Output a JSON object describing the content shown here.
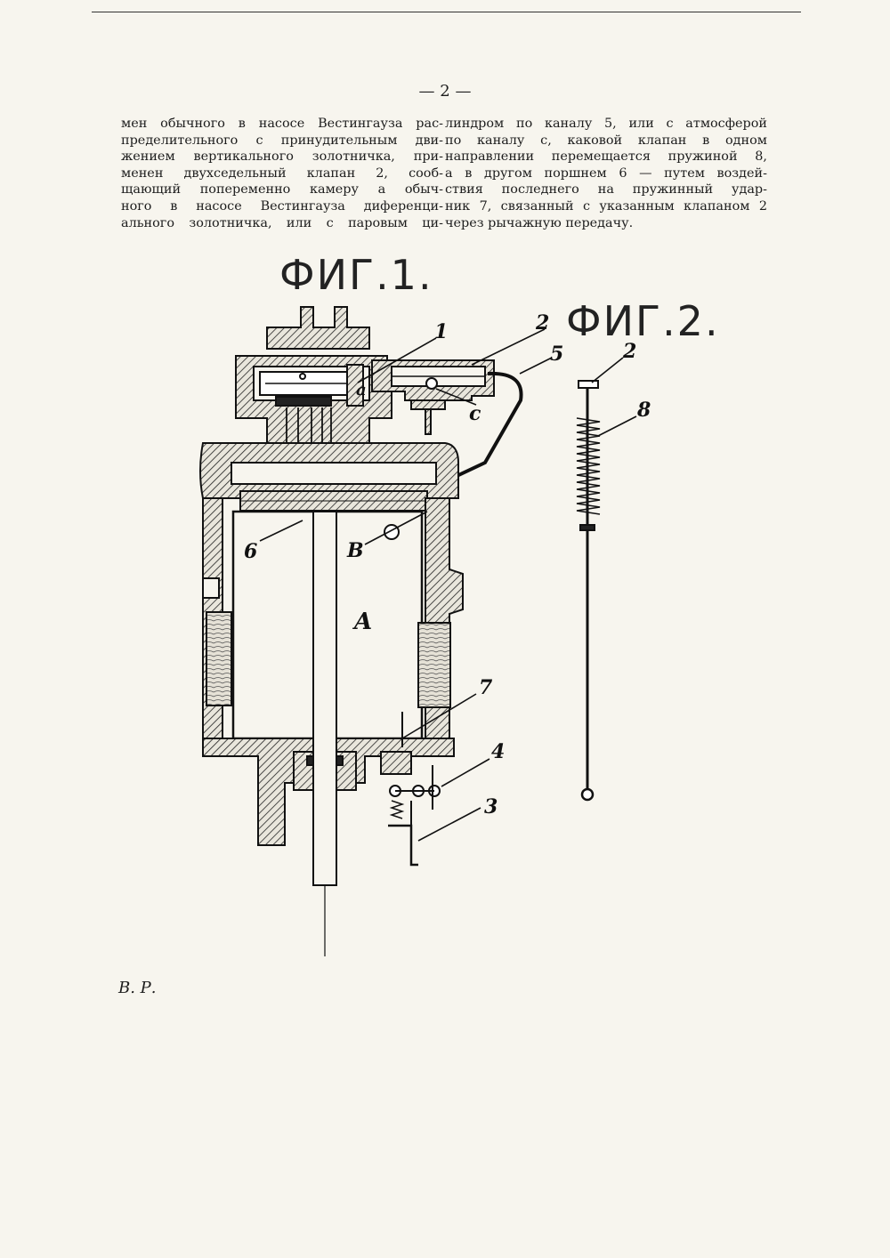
{
  "page": {
    "number": "— 2 —"
  },
  "columns": {
    "left": [
      "мен обычного в насосе Вестингауза рас-",
      "пределительного с принудительным дви-",
      "жением вертикального золотничка, при-",
      "менен двухседельный клапан 2, сооб-",
      "щающий попеременно камеру a обыч-",
      "ного в насосе Вестингауза диференци-",
      "ального золотничка, или с паровым ци-"
    ],
    "right": [
      "линдром по каналу 5, или с атмосферой",
      "по каналу c, каковой клапан в одном",
      "направлении перемещается пружиной 8,",
      "а в другом поршнем 6 — путем воздей-",
      "ствия последнего на пружинный удар-",
      "ник 7, связанный с указанным клапаном 2",
      "через рычажную передачу."
    ]
  },
  "figures": {
    "fig1": {
      "label": "ФИГ.1.",
      "callouts": {
        "n1": "1",
        "n2": "2",
        "n5": "5",
        "a": "a",
        "c": "c",
        "n6": "6",
        "B": "B",
        "A": "A",
        "n7": "7",
        "n4": "4",
        "n3": "3"
      }
    },
    "fig2": {
      "label": "ФИГ.2.",
      "callouts": {
        "n2": "2",
        "n8": "8"
      }
    }
  },
  "footer": {
    "mark": "В. Р."
  }
}
